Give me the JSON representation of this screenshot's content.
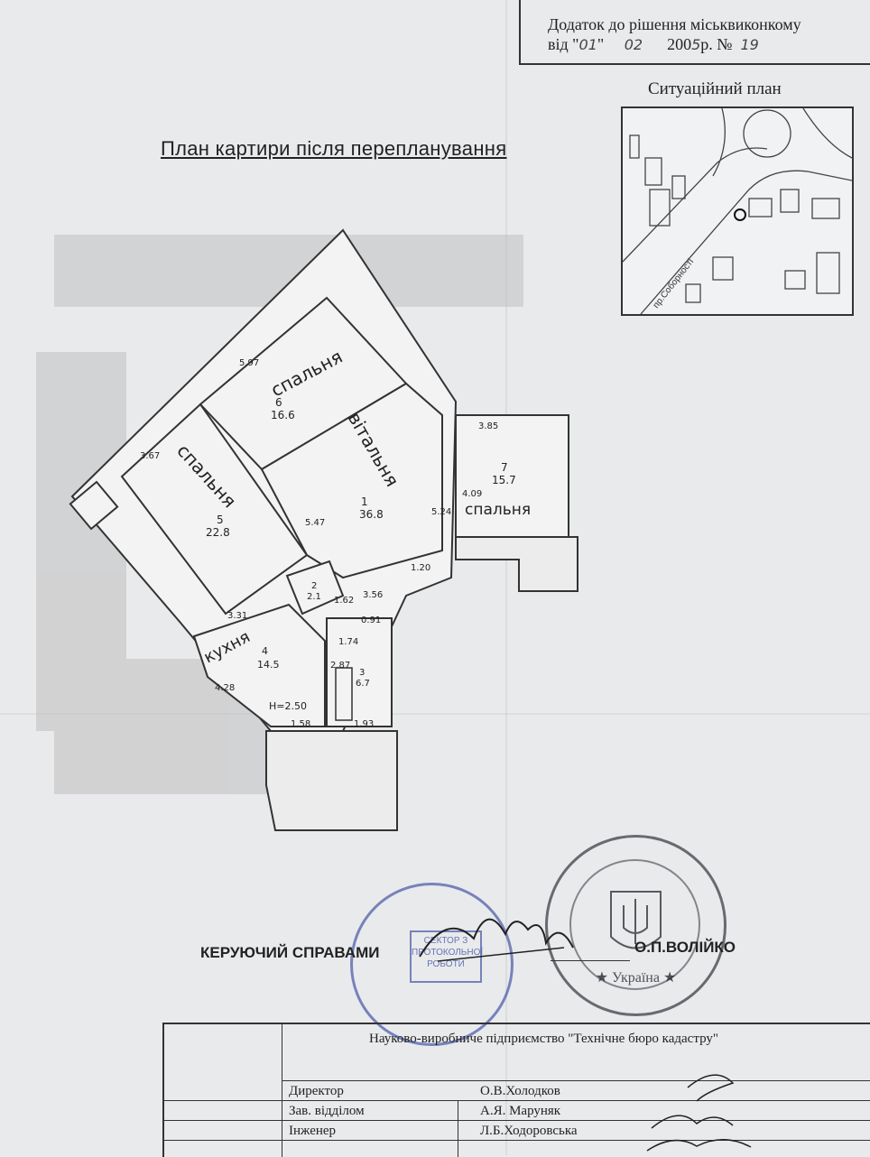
{
  "header": {
    "line1": "Додаток до рішення міськвиконкому",
    "date_prefix": "від \"",
    "day": "01",
    "month": "02",
    "year_prefix": "200",
    "year_digit": "5",
    "year_suffix": "р. №",
    "number": "19"
  },
  "situation_plan": {
    "title": "Ситуаційний план",
    "street_label": "пр.Соборності"
  },
  "plan": {
    "title": "План картири після перепланування",
    "rooms": [
      {
        "id": "1",
        "name": "вітальня",
        "area": "36.8"
      },
      {
        "id": "2",
        "name": "",
        "area": "2.1"
      },
      {
        "id": "3",
        "name": "",
        "area": "6.7"
      },
      {
        "id": "4",
        "name": "кухня",
        "area": "14.5"
      },
      {
        "id": "5",
        "name": "спальня",
        "area": "22.8"
      },
      {
        "id": "6",
        "name": "спальня",
        "area": "16.6"
      },
      {
        "id": "7",
        "name": "спальня",
        "area": "15.7"
      }
    ],
    "dimensions": [
      "5.97",
      "3.67",
      "5.47",
      "3.85",
      "4.09",
      "5.24",
      "1.20",
      "3.56",
      "1.62",
      "0.91",
      "1.74",
      "2.87",
      "1.93",
      "1.58",
      "3.31",
      "4.28"
    ],
    "height_label": "H=2.50"
  },
  "signature": {
    "role": "КЕРУЮЧИЙ СПРАВАМИ",
    "name": "О.П.ВОЛІЙКО"
  },
  "stamps": {
    "blue_text": "СЕКТОР З ПРОТОКОЛЬНОЇ РОБОТИ",
    "black_bottom": "★ Україна ★"
  },
  "title_block": {
    "organization": "Науково-виробниче підприємство \"Технічне бюро кадастру\"",
    "rows": [
      {
        "position": "Директор",
        "name": "О.В.Холодков"
      },
      {
        "position": "Зав. відділом",
        "name": "А.Я. Маруняк"
      },
      {
        "position": "Інженер",
        "name": "Л.Б.Ходоровська"
      }
    ]
  }
}
